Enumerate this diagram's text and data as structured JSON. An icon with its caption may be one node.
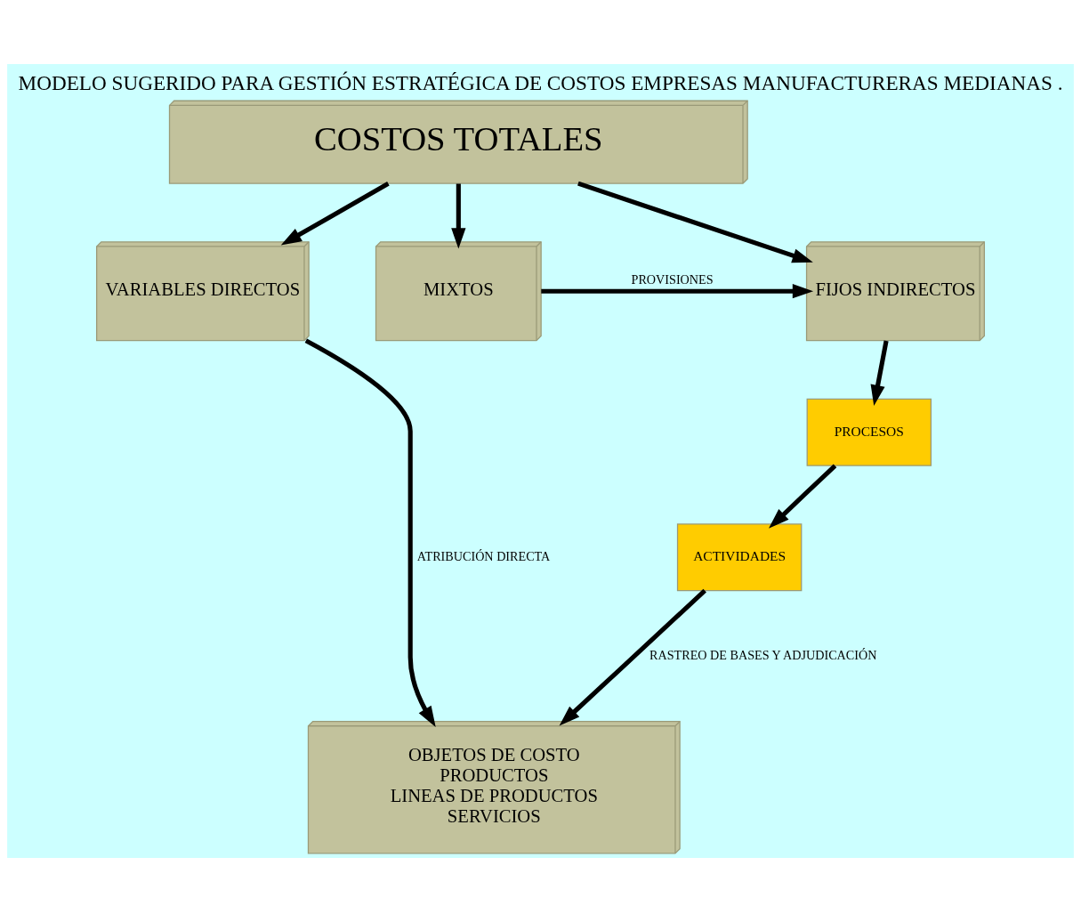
{
  "diagram": {
    "title": "MODELO SUGERIDO PARA GESTIÓN ESTRATÉGICA DE COSTOS EMPRESAS MANUFACTURERAS MEDIANAS .",
    "nodes": [
      {
        "text": [
          "COSTOS TOTALES"
        ]
      },
      {
        "text": [
          "VARIABLES DIRECTOS"
        ]
      },
      {
        "text": [
          "MIXTOS"
        ]
      },
      {
        "text": [
          "FIJOS INDIRECTOS"
        ]
      },
      {
        "text": [
          "PROCESOS"
        ]
      },
      {
        "text": [
          "ACTIVIDADES"
        ]
      },
      {
        "text": [
          "OBJETOS DE COSTO",
          "PRODUCTOS",
          "LINEAS DE PRODUCTOS",
          "SERVICIOS"
        ]
      }
    ],
    "edges": [
      {
        "from": 0,
        "to": 1,
        "arrow": "to"
      },
      {
        "from": 0,
        "to": 2,
        "arrow": "to"
      },
      {
        "from": 0,
        "to": 3,
        "arrow": "to"
      },
      {
        "from": 2,
        "to": 3,
        "arrow": "to",
        "label": "PROVISIONES"
      },
      {
        "from": 3,
        "to": 4,
        "arrow": "to"
      },
      {
        "from": 4,
        "to": 5,
        "arrow": "to"
      },
      {
        "from": 5,
        "to": 6,
        "arrow": "to",
        "label": "RASTREO DE BASES Y ADJUDICACIÓN"
      },
      {
        "from": 1,
        "to": 6,
        "arrow": "to",
        "label": "ATRIBUCIÓN DIRECTA"
      }
    ]
  }
}
